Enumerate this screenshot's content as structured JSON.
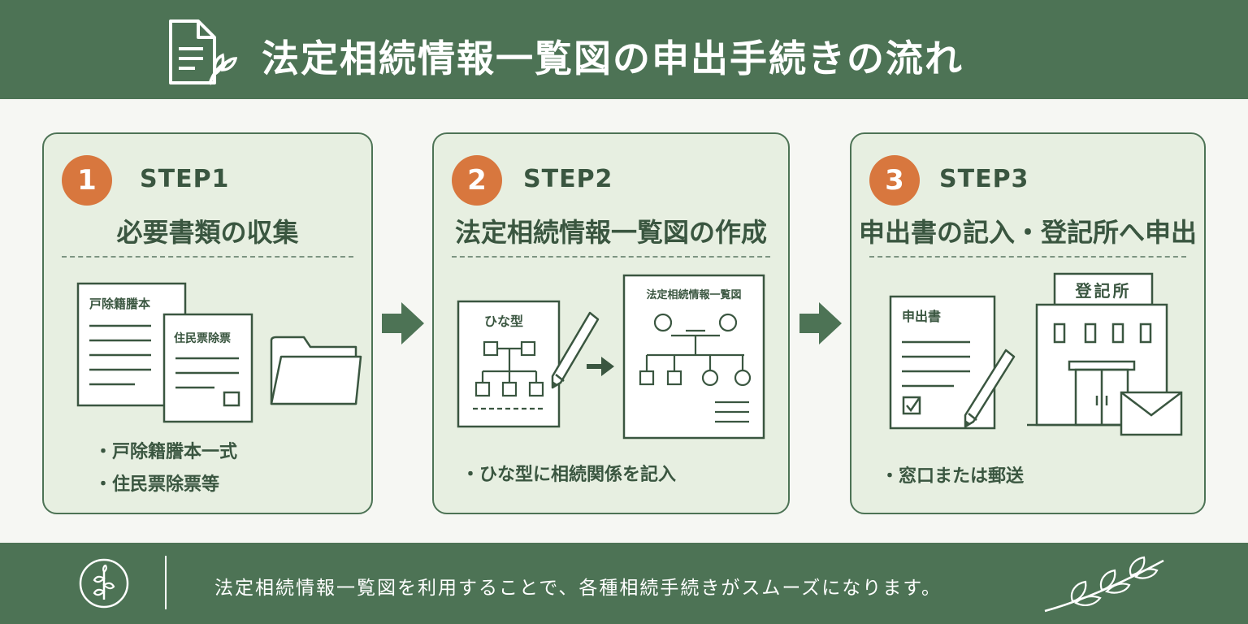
{
  "header": {
    "title": "法定相続情報一覧図の申出手続きの流れ",
    "icon": "document-leaf-icon"
  },
  "steps": [
    {
      "number": "1",
      "label": "STEP1",
      "title": "必要書類の収集",
      "docs": [
        "戸除籍謄本",
        "住民票除票"
      ],
      "bullets": [
        "戸除籍謄本一式",
        "住民票除票等"
      ]
    },
    {
      "number": "2",
      "label": "STEP2",
      "title": "法定相続情報一覧図の作成",
      "docs": [
        "ひな型",
        "法定相続情報一覧図"
      ],
      "bullets": [
        "ひな型に相続関係を記入"
      ]
    },
    {
      "number": "3",
      "label": "STEP3",
      "title": "申出書の記入・登記所へ申出",
      "docs": [
        "申出書",
        "登記所"
      ],
      "bullets": [
        "窓口または郵送"
      ]
    }
  ],
  "footer": {
    "text": "法定相続情報一覧図を利用することで、各種相続手続きがスムーズになります。"
  },
  "colors": {
    "primary_green": "#4d7355",
    "card_bg": "#e7efe1",
    "badge_orange": "#d8773e"
  }
}
